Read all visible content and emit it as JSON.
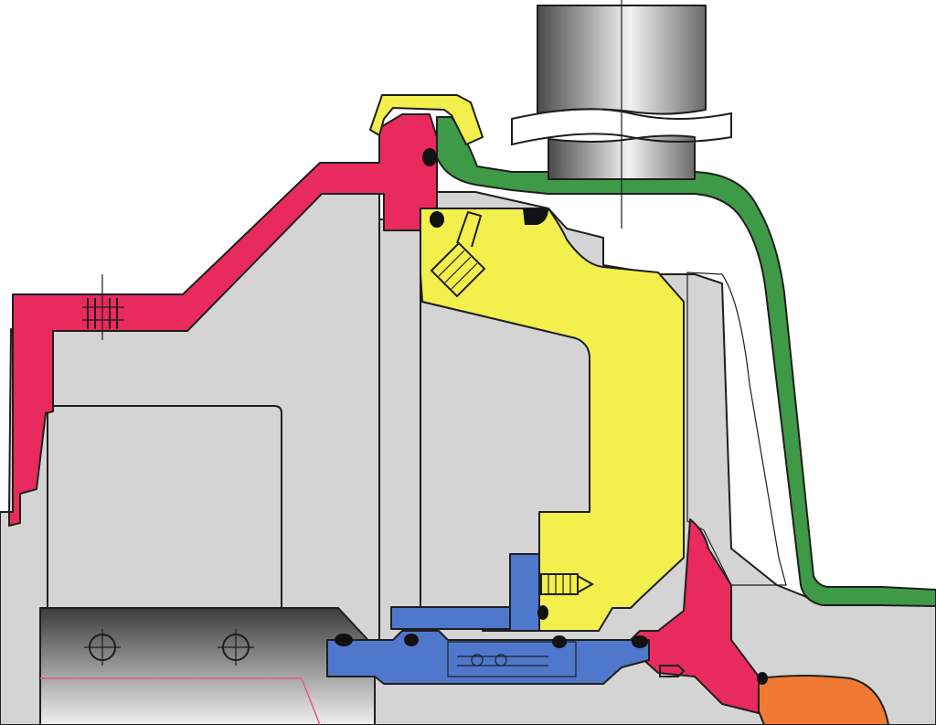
{
  "colors": {
    "background": "#ffffff",
    "housing_gray": "#d4d4d4",
    "outline": "#1e1e1e",
    "red_part": "#e92a5c",
    "yellow_part": "#f3ef4d",
    "green_part": "#3e9a46",
    "blue_part": "#4f78cc",
    "orange_part": "#f07a32",
    "shaft_dark": "#5f5f5f",
    "shaft_light": "#f2f2f2",
    "seal_black": "#111111",
    "pink_line": "#e05a86"
  },
  "parts": [
    {
      "name": "outer-housing",
      "color_key": "housing_gray"
    },
    {
      "name": "pump-casing-flange",
      "color_key": "red_part"
    },
    {
      "name": "seal-housing-cover",
      "color_key": "yellow_part"
    },
    {
      "name": "clamp-ring",
      "color_key": "yellow_part"
    },
    {
      "name": "volute-casing",
      "color_key": "green_part"
    },
    {
      "name": "mechanical-seal",
      "color_key": "blue_part"
    },
    {
      "name": "impeller-hub",
      "color_key": "red_part"
    },
    {
      "name": "outlet-pipe",
      "color_key": "orange_part"
    },
    {
      "name": "inlet-pipe",
      "color_key": "shaft_dark"
    },
    {
      "name": "shaft",
      "color_key": "shaft_dark"
    },
    {
      "name": "impeller-vane",
      "color_key": "shaft_dark"
    }
  ]
}
